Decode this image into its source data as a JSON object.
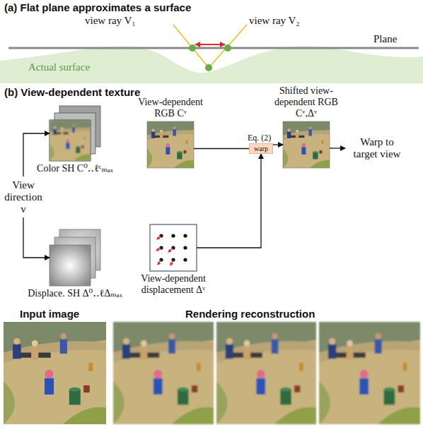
{
  "diagram": {
    "nodes": [
      {
        "text": [
          "Color SH C⁰‥ℓᶜₘₐₓ"
        ]
      },
      {
        "text": [
          "View-dependent RGB Cᵛ"
        ]
      },
      {
        "text": [
          "warp"
        ]
      },
      {
        "text": [
          "Shifted view-dependent RGB Cᵛ,Δᵛ"
        ]
      },
      {
        "text": [
          "Warp to target view"
        ]
      },
      {
        "text": [
          "View direction v"
        ]
      },
      {
        "text": [
          "Displace. SH Δ⁰‥ℓΔₘₐₓ"
        ]
      },
      {
        "text": [
          "View-dependent displacement Δᵛ"
        ]
      }
    ],
    "edges": [
      {
        "from": 5,
        "to": 0,
        "arrow": "to"
      },
      {
        "from": 5,
        "to": 6,
        "arrow": "to"
      },
      {
        "from": 1,
        "to": 2,
        "arrow": "none"
      },
      {
        "from": 2,
        "to": 3,
        "arrow": "to"
      },
      {
        "from": 7,
        "to": 2,
        "arrow": "to"
      },
      {
        "from": 3,
        "to": 4,
        "arrow": "to"
      }
    ],
    "labels": [
      "(a) Flat plane approximates a surface",
      "view ray V₁",
      "view ray V₂",
      "Plane",
      "Actual surface",
      "(b) View-dependent texture",
      "Eq. (2)",
      "Input image",
      "Rendering reconstruction"
    ]
  }
}
